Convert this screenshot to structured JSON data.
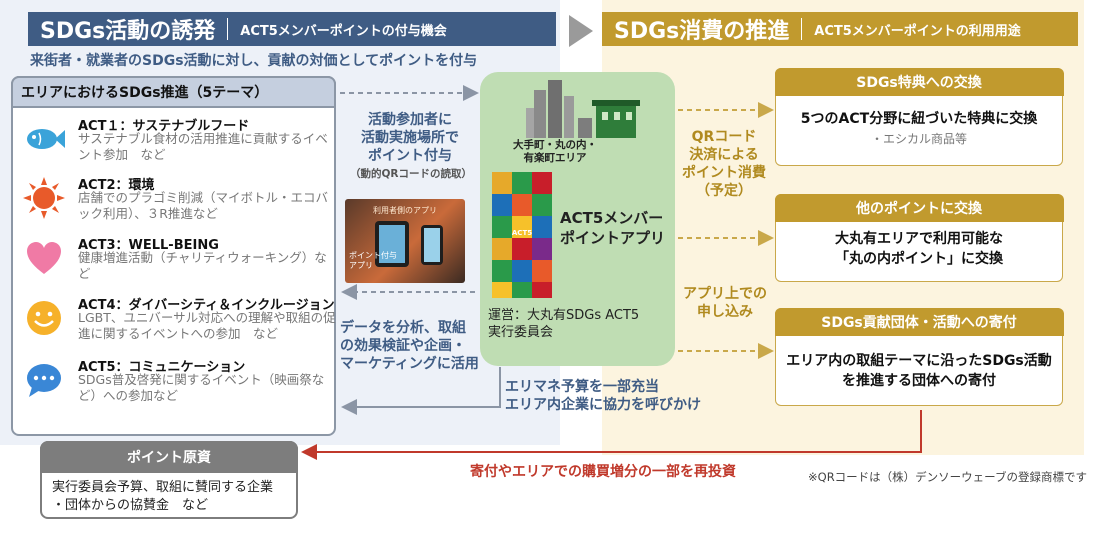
{
  "left_header": {
    "title": "SDGs活動の誘発",
    "subtitle": "ACT5メンバーポイントの付与機会"
  },
  "right_header": {
    "title": "SDGs消費の推進",
    "subtitle": "ACT5メンバーポイントの利用用途"
  },
  "left_tagline": "来街者・就業者のSDGs活動に対し、貢献の対価としてポイントを付与",
  "themes_panel": {
    "title": "エリアにおけるSDGs推進（5テーマ）",
    "items": [
      {
        "title": "ACT１：サステナブルフード",
        "desc": "サステナブル食材の活用推進に貢献するイベント参加　など",
        "icon": "fish-icon"
      },
      {
        "title": "ACT2：環境",
        "desc": "店舗でのプラゴミ削減（マイボトル・エコバック利用）、３R推進など",
        "icon": "sun-icon"
      },
      {
        "title": "ACT3：WELL-BEING",
        "desc": "健康増進活動（チャリティウォーキング）など",
        "icon": "heart-icon"
      },
      {
        "title": "ACT4：ダイバーシティ＆インクルージョン",
        "desc": "LGBT、ユニバーサル対応への理解や取組の促進に関するイベントへの参加　など",
        "icon": "smile-icon"
      },
      {
        "title": "ACT5：コミュニケーション",
        "desc": "SDGs普及啓発に関するイベント（映画祭など）への参加など",
        "icon": "chat-icon"
      }
    ]
  },
  "grant_points": {
    "line1": "活動参加者に",
    "line2": "活動実施場所で",
    "line3": "ポイント付与",
    "note": "（動的QRコードの読取）"
  },
  "photo_labels": {
    "top": "利用者側のアプリ",
    "left1": "ポイント付与",
    "left2": "アプリ"
  },
  "data_analysis": {
    "line1": "データを分析、取組",
    "line2": "の効果検証や企画・",
    "line3": "マーケティングに活用"
  },
  "area": {
    "line1": "大手町・丸の内・",
    "line2": "有楽町エリア"
  },
  "app": {
    "line1": "ACT5メンバー",
    "line2": "ポイントアプリ",
    "logo_text": "ACT5"
  },
  "operator": {
    "line1": "運営：大丸有SDGs ACT5",
    "line2": "実行委員会"
  },
  "budget_note": {
    "line1": "エリマネ予算を一部充当",
    "line2": "エリア内企業に協力を呼びかけ"
  },
  "qr_payment": {
    "line1": "QRコード",
    "line2": "決済による",
    "line3": "ポイント消費",
    "line4": "（予定）"
  },
  "app_apply": {
    "line1": "アプリ上での",
    "line2": "申し込み"
  },
  "cards": [
    {
      "title": "SDGs特典への交換",
      "body1": "5つのACT分野に紐づいた特典に交換",
      "body2": "・エシカル商品等"
    },
    {
      "title": "他のポイントに交換",
      "body1": "大丸有エリアで利用可能な",
      "body2": "「丸の内ポイント」に交換"
    },
    {
      "title": "SDGs貢献団体・活動への寄付",
      "body1": "エリア内の取組テーマに沿ったSDGs活動",
      "body2": "を推進する団体への寄付"
    }
  ],
  "points_source": {
    "title": "ポイント原資",
    "line1": "実行委員会予算、取組に賛同する企業",
    "line2": "・団体からの協賛金　など"
  },
  "reinvest": "寄付やエリアでの購買増分の一部を再投資",
  "footnote": "※QRコードは（株）デンソーウェーブの登録商標です",
  "colors": {
    "navy": "#3f5c84",
    "gold": "#c19a2e",
    "green": "#bfddb3",
    "red": "#c0392b",
    "gray": "#7d7d7d"
  }
}
